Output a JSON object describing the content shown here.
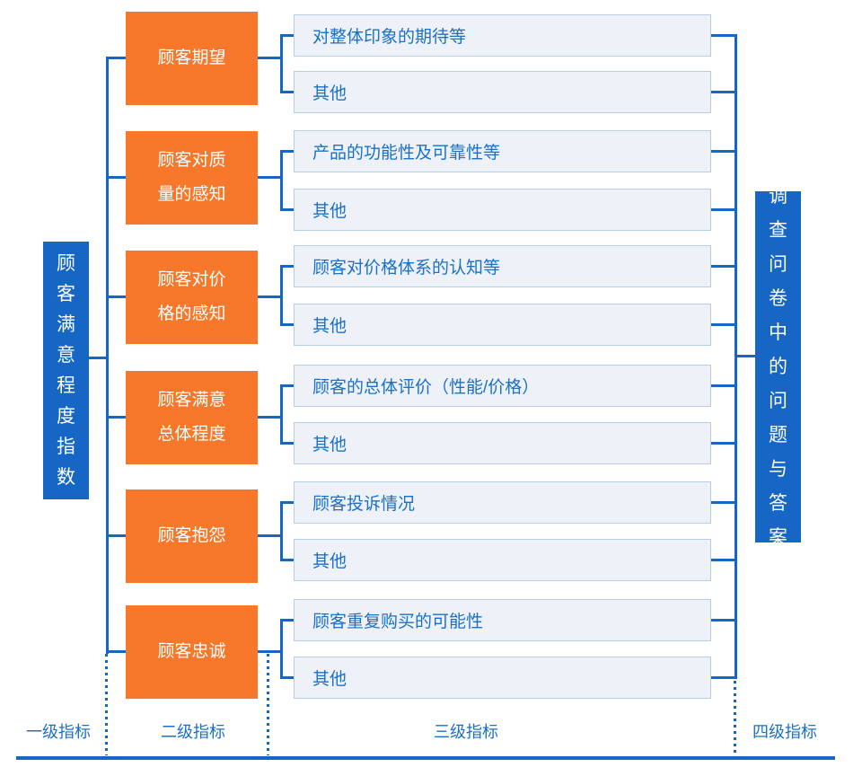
{
  "palette": {
    "orange": "#F7782A",
    "blue": "#1566C5",
    "light_fill": "#EEF2F8",
    "light_border": "#B7CCE5",
    "text_blue": "#1B70C8"
  },
  "level1": {
    "label": "顾客满意程度指数"
  },
  "level4": {
    "label": "调查问卷中的问题与答案"
  },
  "groups": [
    {
      "level2_lines": [
        "顾客期望"
      ],
      "level3": [
        "对整体印象的期待等",
        "其他"
      ]
    },
    {
      "level2_lines": [
        "顾客对质",
        "量的感知"
      ],
      "level3": [
        "产品的功能性及可靠性等",
        "其他"
      ]
    },
    {
      "level2_lines": [
        "顾客对价",
        "格的感知"
      ],
      "level3": [
        "顾客对价格体系的认知等",
        "其他"
      ]
    },
    {
      "level2_lines": [
        "顾客满意",
        "总体程度"
      ],
      "level3": [
        "顾客的总体评价（性能/价格）",
        "其他"
      ]
    },
    {
      "level2_lines": [
        "顾客抱怨"
      ],
      "level3": [
        "顾客投诉情况",
        "其他"
      ]
    },
    {
      "level2_lines": [
        "顾客忠诚"
      ],
      "level3": [
        "顾客重复购买的可能性",
        "其他"
      ]
    }
  ],
  "axis_labels": [
    "一级指标",
    "二级指标",
    "三级指标",
    "四级指标"
  ]
}
